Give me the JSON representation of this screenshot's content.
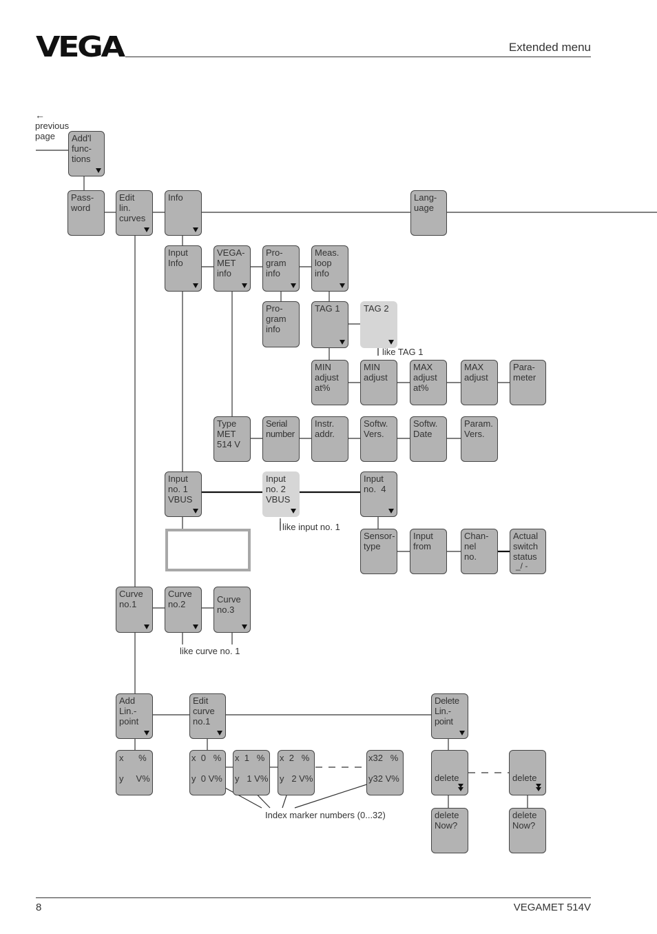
{
  "header": {
    "logo": "VEGA",
    "title": "Extended menu"
  },
  "footer": {
    "page_number": "8",
    "product": "VEGAMET 514V"
  },
  "navigation": {
    "previous_page": "previous\npage"
  },
  "boxes": {
    "addl_functions": "Add'l\nfunc-\ntions",
    "password": "Pass-\nword",
    "edit_lin_curves": "Edit\nlin.\ncurves",
    "info": "Info",
    "language": "Lang-\nuage",
    "input_info": "Input\nInfo",
    "vegamet_info": "VEGA-\nMET\ninfo",
    "program_info": "Pro-\ngram\ninfo",
    "meas_loop_info": "Meas.\nloop\ninfo",
    "program_info_2": "Pro-\ngram\ninfo",
    "tag1": "TAG 1",
    "tag2": "TAG 2",
    "min_adjust_pct": "MIN\nadjust\nat%",
    "min_adjust": "MIN\nadjust",
    "max_adjust_pct": "MAX\nadjust\nat%",
    "max_adjust": "MAX\nadjust",
    "parameter": "Para-\nmeter",
    "type_met": "Type\nMET\n514 V",
    "serial_number": "Serial\nnumber",
    "instr_addr": "Instr.\naddr.",
    "softw_vers": "Softw.\nVers.",
    "softw_date": "Softw.\nDate",
    "param_vers": "Param.\nVers.",
    "input_no1": "Input\nno. 1\nVBUS",
    "input_no2": "Input\nno. 2\nVBUS",
    "input_no4": "Input\nno.  4",
    "sensor_type": "Sensor-\ntype",
    "input_from": "Input\nfrom",
    "channel_no": "Chan-\nnel\nno.",
    "actual_switch_status": "Actual\nswitch\nstatus",
    "curve_no1": "Curve\nno.1",
    "curve_no2": "Curve\nno.2",
    "curve_no3": "Curve\nno.3",
    "add_lin_point": "Add\nLin.-\npoint",
    "edit_curve_no1": "Edit\ncurve\nno.1",
    "delete_lin_point": "Delete\nLin.-\npoint",
    "xy_generic": "x      %\n\ny     V%",
    "xy_0": "x  0   %\n\ny  0 V%",
    "xy_1": "x  1   %\n\ny   1 V%",
    "xy_2": "x  2   %\n\ny   2 V%",
    "xy_32": "x32   %\n\ny32 V%",
    "delete_1": "\n\ndelete",
    "delete_2": "\n\ndelete",
    "delete_now_1": "delete\nNow?",
    "delete_now_2": "delete\nNow?"
  },
  "notes": {
    "like_tag1": "like TAG 1",
    "like_input1": "like input no. 1",
    "like_curve1": "like curve no. 1",
    "index_marker": "Index marker numbers (0...32)",
    "switch_symbol": "_/ -"
  }
}
